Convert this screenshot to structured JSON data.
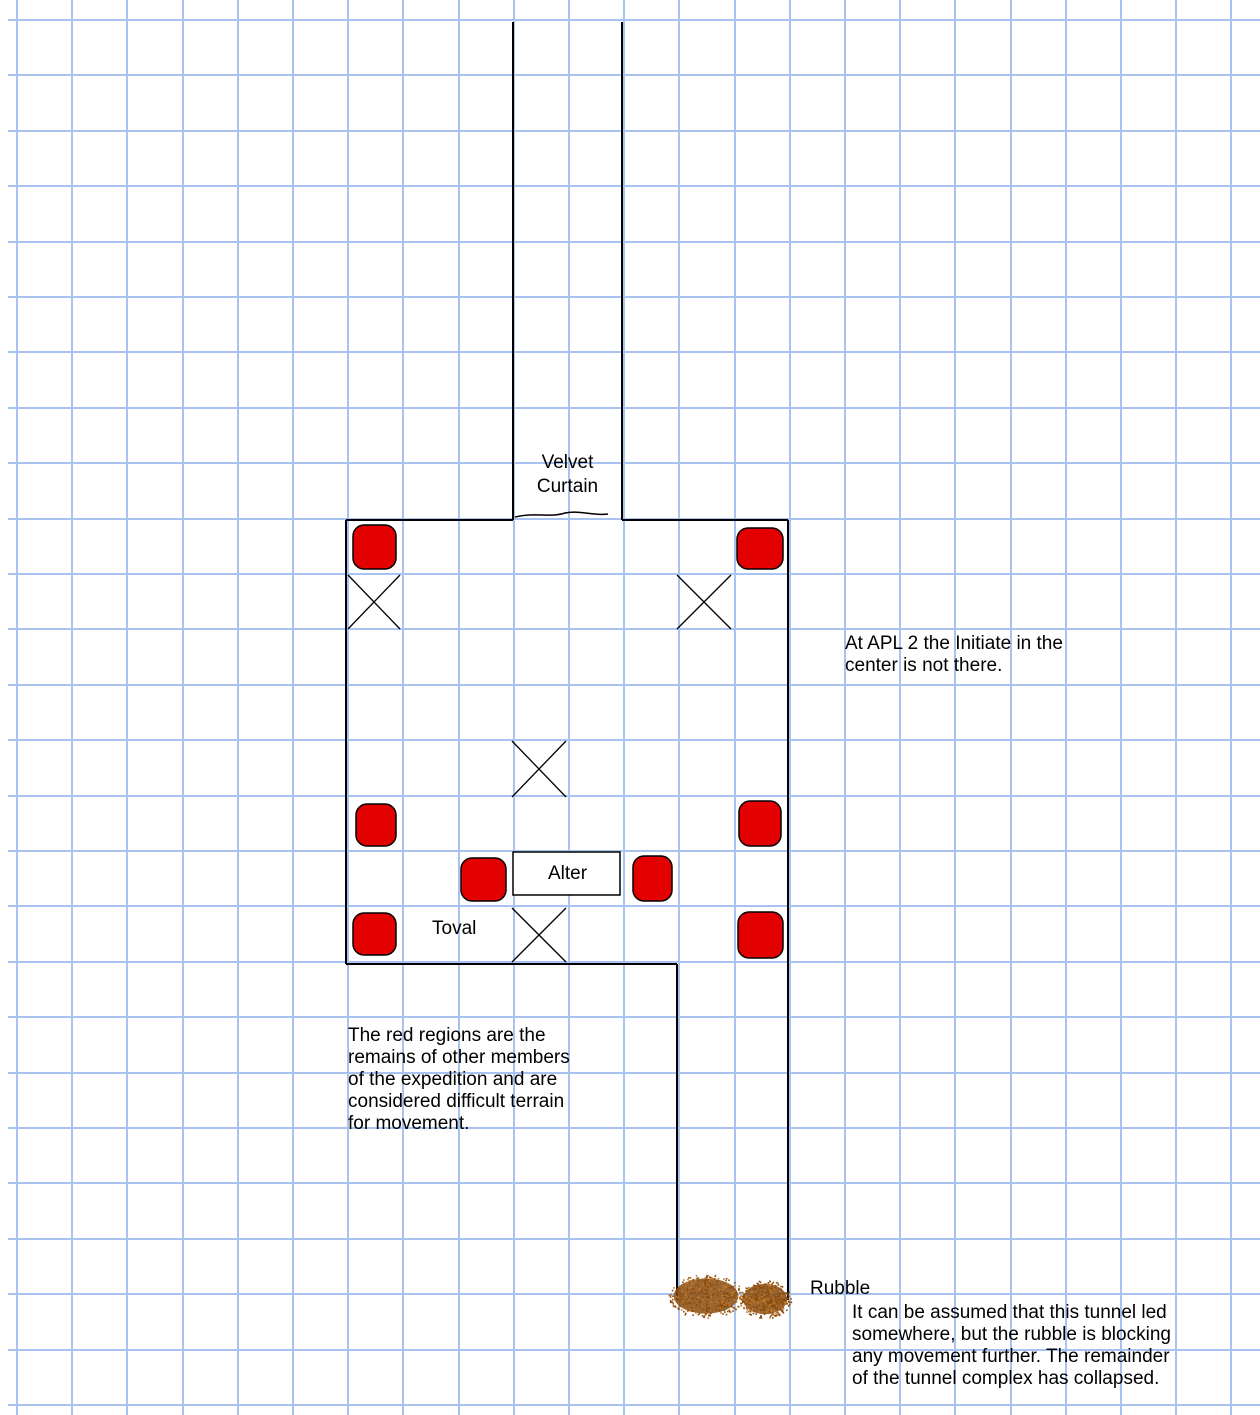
{
  "labels": {
    "velvet_curtain_line1": "Velvet",
    "velvet_curtain_line2": "Curtain",
    "alter": "Alter",
    "toval": "Toval",
    "rubble": "Rubble"
  },
  "notes": {
    "apl_note": [
      "At APL 2 the Initiate in the",
      "center is not there."
    ],
    "red_regions_note": [
      "The red regions are the",
      "remains of other members",
      "of the expedition and are",
      "considered difficult terrain",
      "for movement."
    ],
    "tunnel_note": [
      "It can be assumed that this tunnel led",
      "somewhere, but the rubble is blocking",
      "any movement further.  The remainder",
      "of the tunnel complex has collapsed."
    ]
  },
  "colors": {
    "grid": "#a9c3f0",
    "walls": "#000000",
    "remains": "#e30000",
    "rubble": "#8a4a0b"
  }
}
